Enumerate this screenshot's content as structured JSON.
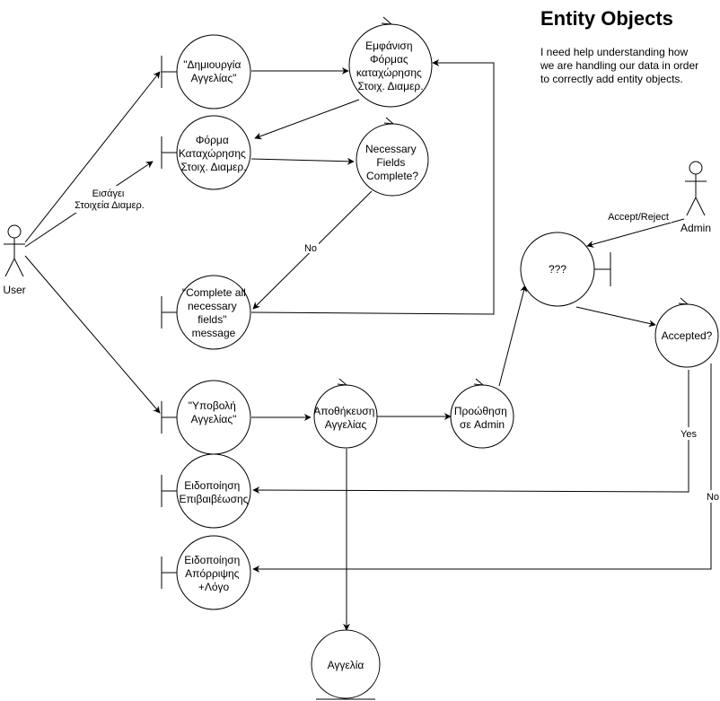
{
  "title": "Entity Objects",
  "description": [
    "I need help understanding how",
    "we are handling our data in order",
    "to correctly add entity objects."
  ],
  "actors": {
    "user": "User",
    "admin": "Admin"
  },
  "nodes": {
    "create_listing": [
      "\"Δημιουργία",
      "Αγγελίας\""
    ],
    "show_form": [
      "Εμφάνιση",
      "Φόρμας",
      "καταχώρησης",
      "Στοιχ. Διαμερ."
    ],
    "form": [
      "Φόρμα",
      "Καταχώρησης",
      "Στοιχ. Διαμερ."
    ],
    "necessary_fields": [
      "Necessary",
      "Fields",
      "Complete?"
    ],
    "complete_message": [
      "\"Complete all",
      "necessary",
      "fields\"",
      "message"
    ],
    "submit_listing": [
      "\"Υποβολή",
      "Αγγελίας\""
    ],
    "save_listing": [
      "Αποθήκευση",
      "Αγγελίας"
    ],
    "forward_admin": [
      "Προώθηση",
      "σε Admin"
    ],
    "unknown": [
      "???"
    ],
    "accepted": [
      "Accepted?"
    ],
    "confirm_notice": [
      "Ειδοποίηση",
      "Επιβαιβέωσης"
    ],
    "reject_notice": [
      "Ειδοποίηση",
      "Απόρριψης",
      "+Λόγο"
    ],
    "listing": [
      "Αγγελία"
    ]
  },
  "edge_labels": {
    "enter_data": [
      "Εισάγει",
      "Στοιχεία Διαμερ."
    ],
    "no_fields": "No",
    "accept_reject": "Accept/Reject",
    "yes": "Yes",
    "no_reject": "No"
  }
}
